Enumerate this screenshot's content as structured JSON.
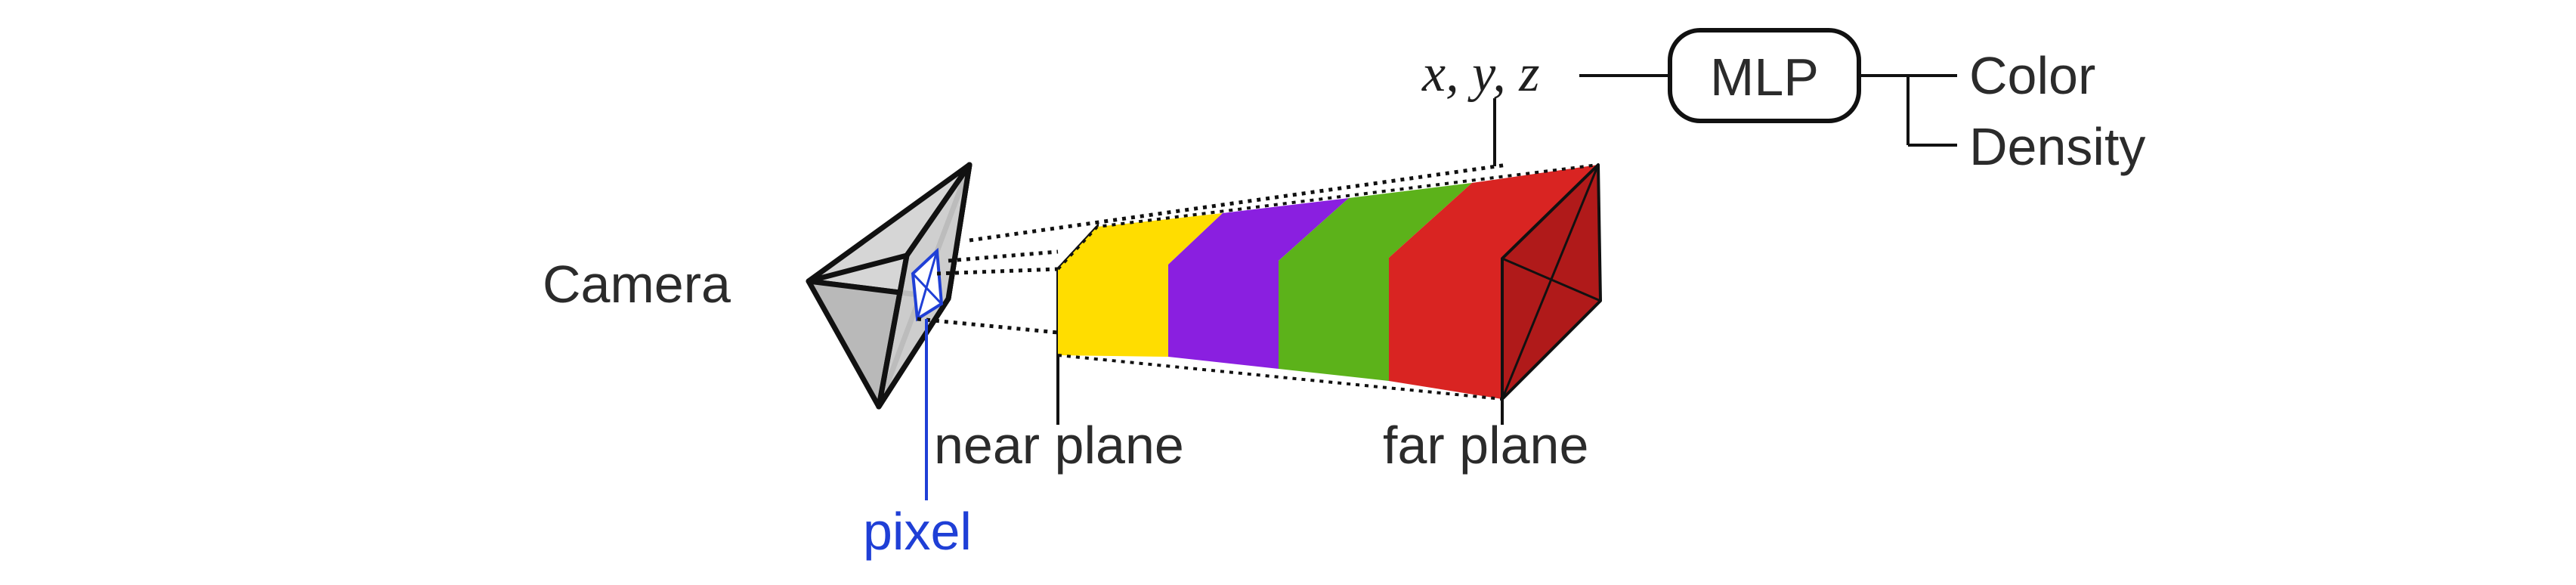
{
  "labels": {
    "camera": "Camera",
    "pixel": "pixel",
    "near_plane": "near plane",
    "far_plane": "far plane",
    "coords": "x, y, z",
    "mlp": "MLP",
    "color_out": "Color",
    "density_out": "Density"
  },
  "colors": {
    "camera_fill": "#cfcfcf",
    "pixel_blue": "#1f3fd6",
    "sample_1": "#ffdd00",
    "sample_2": "#8a1fe0",
    "sample_3": "#5cb21a",
    "sample_4": "#d92422",
    "far_face": "#b01a1a"
  }
}
